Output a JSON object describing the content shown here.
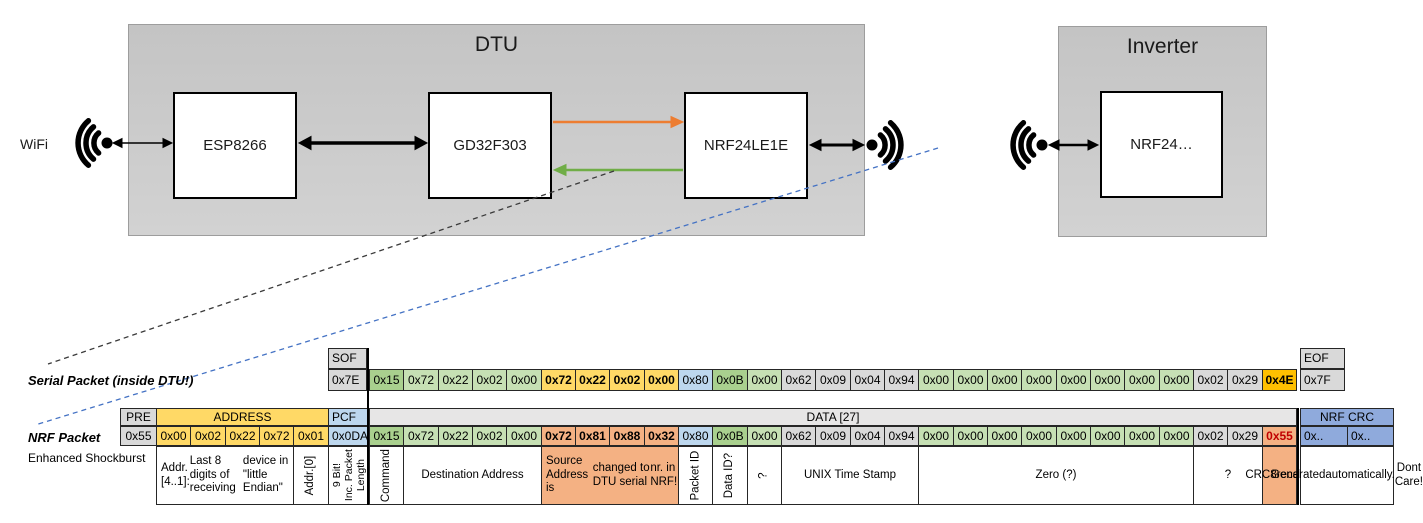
{
  "diagram": {
    "wifi_label": "WiFi",
    "dtu": {
      "title": "DTU",
      "esp": "ESP8266",
      "mcu": "GD32F303",
      "nrf": "NRF24LE1E"
    },
    "inverter": {
      "title": "Inverter",
      "nrf": "NRF24…"
    }
  },
  "serial_packet": {
    "label": "Serial Packet (inside DTU!)",
    "sof_header": "SOF",
    "sof_value": "0x7E",
    "eof_header": "EOF",
    "eof_value": "0x7F",
    "bytes": [
      {
        "v": "0x15",
        "c": "cell_green_dark"
      },
      {
        "v": "0x72",
        "c": "cell_green"
      },
      {
        "v": "0x22",
        "c": "cell_green"
      },
      {
        "v": "0x02",
        "c": "cell_green"
      },
      {
        "v": "0x00",
        "c": "cell_green"
      },
      {
        "v": "0x72",
        "c": "cell_gold",
        "b": 1
      },
      {
        "v": "0x22",
        "c": "cell_gold",
        "b": 1
      },
      {
        "v": "0x02",
        "c": "cell_gold",
        "b": 1
      },
      {
        "v": "0x00",
        "c": "cell_gold",
        "b": 1
      },
      {
        "v": "0x80",
        "c": "cell_blue"
      },
      {
        "v": "0x0B",
        "c": "cell_green_dark"
      },
      {
        "v": "0x00",
        "c": "cell_green"
      },
      {
        "v": "0x62",
        "c": "cell_gray"
      },
      {
        "v": "0x09",
        "c": "cell_gray"
      },
      {
        "v": "0x04",
        "c": "cell_gray"
      },
      {
        "v": "0x94",
        "c": "cell_gray"
      },
      {
        "v": "0x00",
        "c": "cell_green"
      },
      {
        "v": "0x00",
        "c": "cell_green"
      },
      {
        "v": "0x00",
        "c": "cell_green"
      },
      {
        "v": "0x00",
        "c": "cell_green"
      },
      {
        "v": "0x00",
        "c": "cell_green"
      },
      {
        "v": "0x00",
        "c": "cell_green"
      },
      {
        "v": "0x00",
        "c": "cell_green"
      },
      {
        "v": "0x00",
        "c": "cell_green"
      },
      {
        "v": "0x02",
        "c": "cell_gray"
      },
      {
        "v": "0x29",
        "c": "cell_gray"
      },
      {
        "v": "0x4E",
        "c": "cell_amber",
        "b": 1
      }
    ]
  },
  "nrf_packet": {
    "label": "NRF Packet",
    "sublabel": "Enhanced Shockburst",
    "pre_header": "PRE",
    "pre_value": "0x55",
    "address_header": "ADDRESS",
    "address_values": [
      "0x00",
      "0x02",
      "0x22",
      "0x72",
      "0x01"
    ],
    "pcf_header": "PCF",
    "pcf_value": "0x0DA",
    "data_header": "DATA [27]",
    "bytes": [
      {
        "v": "0x15",
        "c": "cell_green_dark"
      },
      {
        "v": "0x72",
        "c": "cell_green"
      },
      {
        "v": "0x22",
        "c": "cell_green"
      },
      {
        "v": "0x02",
        "c": "cell_green"
      },
      {
        "v": "0x00",
        "c": "cell_green"
      },
      {
        "v": "0x72",
        "c": "cell_salmon",
        "b": 1
      },
      {
        "v": "0x81",
        "c": "cell_salmon",
        "b": 1
      },
      {
        "v": "0x88",
        "c": "cell_salmon",
        "b": 1
      },
      {
        "v": "0x32",
        "c": "cell_salmon",
        "b": 1
      },
      {
        "v": "0x80",
        "c": "cell_blue"
      },
      {
        "v": "0x0B",
        "c": "cell_green_dark"
      },
      {
        "v": "0x00",
        "c": "cell_green"
      },
      {
        "v": "0x62",
        "c": "cell_gray"
      },
      {
        "v": "0x09",
        "c": "cell_gray"
      },
      {
        "v": "0x04",
        "c": "cell_gray"
      },
      {
        "v": "0x94",
        "c": "cell_gray"
      },
      {
        "v": "0x00",
        "c": "cell_green"
      },
      {
        "v": "0x00",
        "c": "cell_green"
      },
      {
        "v": "0x00",
        "c": "cell_green"
      },
      {
        "v": "0x00",
        "c": "cell_green"
      },
      {
        "v": "0x00",
        "c": "cell_green"
      },
      {
        "v": "0x00",
        "c": "cell_green"
      },
      {
        "v": "0x00",
        "c": "cell_green"
      },
      {
        "v": "0x00",
        "c": "cell_green"
      },
      {
        "v": "0x02",
        "c": "cell_gray"
      },
      {
        "v": "0x29",
        "c": "cell_gray"
      },
      {
        "v": "0x55",
        "c": "cell_salmon",
        "b": 1,
        "r": 1
      }
    ],
    "crc_header": "NRF CRC",
    "crc_values": [
      "0x..",
      "0x.."
    ],
    "annotations": [
      {
        "region": "addr",
        "start": 0,
        "end": 3,
        "text": "Addr. [4..1]:\nLast 8 digits of receiving\ndevice in \"little Endian\"",
        "align": "left"
      },
      {
        "region": "addr",
        "start": 4,
        "end": 4,
        "text": "Addr.[0]",
        "vertical": 1
      },
      {
        "region": "pcf",
        "start": 0,
        "end": 0,
        "text": "9 Bit!\nInc. Packet\nLength",
        "vertical": 1,
        "small": 1
      },
      {
        "region": "data",
        "start": 0,
        "end": 0,
        "text": "Command",
        "vertical": 1
      },
      {
        "region": "data",
        "start": 1,
        "end": 4,
        "text": "Destination Address"
      },
      {
        "region": "data",
        "start": 5,
        "end": 8,
        "text": "Source Address is\nchanged to DTU serial\nnr. in NRF!",
        "bg": "cell_salmon",
        "align": "left"
      },
      {
        "region": "data",
        "start": 9,
        "end": 9,
        "text": "Packet ID",
        "vertical": 1
      },
      {
        "region": "data",
        "start": 10,
        "end": 10,
        "text": "Data ID?",
        "vertical": 1
      },
      {
        "region": "data",
        "start": 11,
        "end": 11,
        "text": "?",
        "vertical": 1
      },
      {
        "region": "data",
        "start": 12,
        "end": 15,
        "text": "UNIX Time Stamp"
      },
      {
        "region": "data",
        "start": 16,
        "end": 23,
        "text": "Zero (?)"
      },
      {
        "region": "data",
        "start": 24,
        "end": 25,
        "text": "?"
      },
      {
        "region": "data",
        "start": 26,
        "end": 26,
        "text": "CRC8\nrecalc.\n!",
        "bg": "cell_salmon"
      },
      {
        "region": "crc",
        "start": 0,
        "end": 1,
        "text": "Generated\nautomatically.\nDont Care!"
      }
    ]
  },
  "colors": {
    "cell_green": "#C6E0B4",
    "cell_green_dark": "#A9D08E",
    "cell_gold": "#FFD966",
    "cell_blue": "#BDD7EE",
    "cell_gray": "#D9D9D9",
    "cell_salmon": "#F4B183",
    "cell_amber": "#FFC000",
    "cell_crc_blue": "#8FAADC",
    "data_band": "#E7E6E6",
    "arrow_black": "#000000",
    "arrow_orange": "#ED7D31",
    "arrow_green": "#70AD47",
    "dash_black": "#3a3a3a",
    "dash_blue": "#4472C4",
    "text_red": "#C00000"
  }
}
